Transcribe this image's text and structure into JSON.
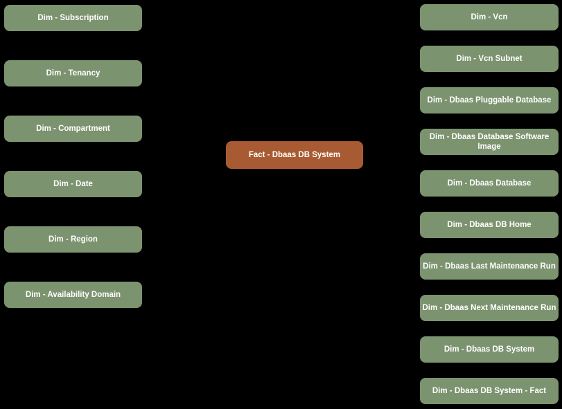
{
  "diagram": {
    "fact_label": "Fact - Dbaas DB System",
    "left_dims": [
      "Dim - Subscription",
      "Dim - Tenancy",
      "Dim - Compartment",
      "Dim - Date",
      "Dim - Region",
      "Dim - Availability Domain"
    ],
    "right_dims": [
      "Dim - Vcn",
      "Dim - Vcn Subnet",
      "Dim - Dbaas Pluggable Database",
      "Dim - Dbaas Database Software Image",
      "Dim - Dbaas Database",
      "Dim - Dbaas DB Home",
      "Dim - Dbaas Last Maintenance Run",
      "Dim - Dbaas Next Maintenance Run",
      "Dim - Dbaas DB System",
      "Dim - Dbaas DB System - Fact"
    ],
    "colors": {
      "background": "#000000",
      "dimension_fill": "#7c936f",
      "fact_fill": "#a85b32",
      "text": "#ffffff"
    }
  }
}
